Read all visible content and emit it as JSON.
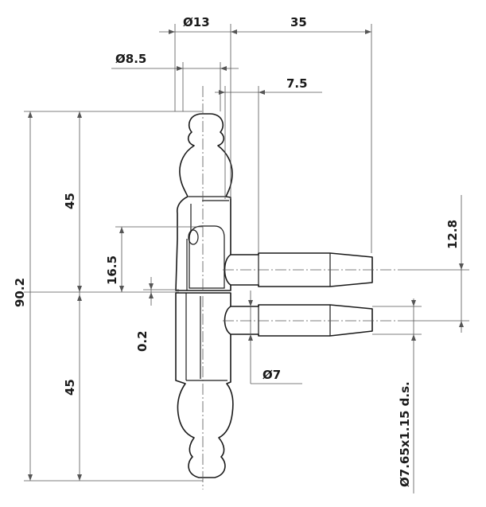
{
  "dimensions": {
    "d13": "Ø13",
    "d35": "35",
    "d8_5": "Ø8.5",
    "d7_5": "7.5",
    "d90_2": "90.2",
    "d45_top": "45",
    "d16_5": "16.5",
    "d0_2": "0.2",
    "d45_bottom": "45",
    "d12_8": "12.8",
    "d7": "Ø7",
    "d7_65": "Ø7.65x1.15 d.s."
  }
}
